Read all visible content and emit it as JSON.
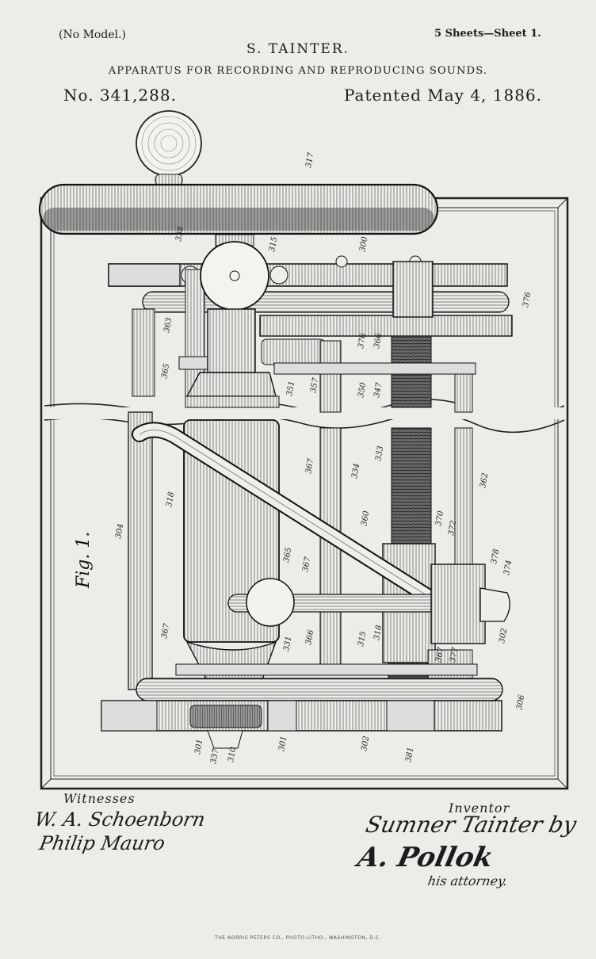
{
  "header": {
    "model_note": "(No Model.)",
    "sheets_note": "5 Sheets—Sheet 1.",
    "inventor": "S. TAINTER.",
    "title": "APPARATUS FOR RECORDING AND REPRODUCING SOUNDS.",
    "patent_number": "No. 341,288.",
    "patent_date": "Patented May 4, 1886."
  },
  "figure": {
    "label": "Fig. 1.",
    "reference_numerals": [
      "317",
      "338",
      "315",
      "300",
      "376",
      "363",
      "376",
      "366",
      "365",
      "351",
      "357",
      "350",
      "347",
      "304",
      "318",
      "367",
      "334",
      "333",
      "362",
      "360",
      "365",
      "367",
      "370",
      "372",
      "378",
      "374",
      "302",
      "367",
      "331",
      "366",
      "315",
      "318",
      "367",
      "377",
      "306",
      "301",
      "337",
      "310",
      "301",
      "302",
      "381"
    ]
  },
  "signatures": {
    "witnesses_label": "Witnesses",
    "witness_1": "W. A. Schoenborn",
    "witness_2": "Philip Mauro",
    "inventor_label": "Inventor",
    "inventor_signature": "Sumner Tainter by",
    "attorney_signature": "A. Pollok",
    "attorney_label": "his attorney."
  },
  "footer": {
    "printer": "THE NORRIS PETERS CO., PHOTO-LITHO., WASHINGTON, D.C."
  }
}
